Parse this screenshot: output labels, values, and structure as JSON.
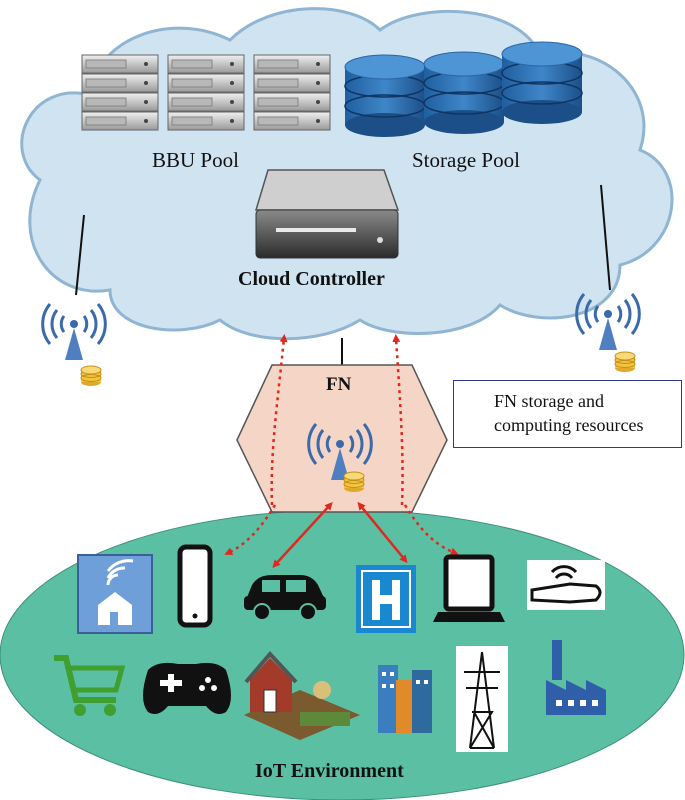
{
  "labels": {
    "bbu_pool": "BBU Pool",
    "storage_pool": "Storage Pool",
    "cloud_controller": "Cloud Controller",
    "fn": "FN",
    "iot_environment": "IoT Environment"
  },
  "legend": {
    "text": "FN storage and computing resources",
    "icon": "storage-coins-icon"
  },
  "icons": [
    "server-rack-icon",
    "database-icon",
    "hard-drive-icon",
    "antenna-tower-icon",
    "smart-home-icon",
    "smartphone-icon",
    "car-icon",
    "hospital-icon",
    "laptop-icon",
    "wearable-sensor-icon",
    "shopping-cart-icon",
    "gamepad-icon",
    "farm-icon",
    "city-buildings-icon",
    "power-tower-icon",
    "factory-icon"
  ],
  "colors": {
    "cloud_fill": "#cfe3f1",
    "cloud_stroke": "#8fb5d3",
    "iot_fill": "#5bbfa3",
    "fn_fill": "#f5d6c6",
    "arrow": "#e0281f",
    "db_blue": "#2f6fb0",
    "coin": "#f2c53d"
  }
}
